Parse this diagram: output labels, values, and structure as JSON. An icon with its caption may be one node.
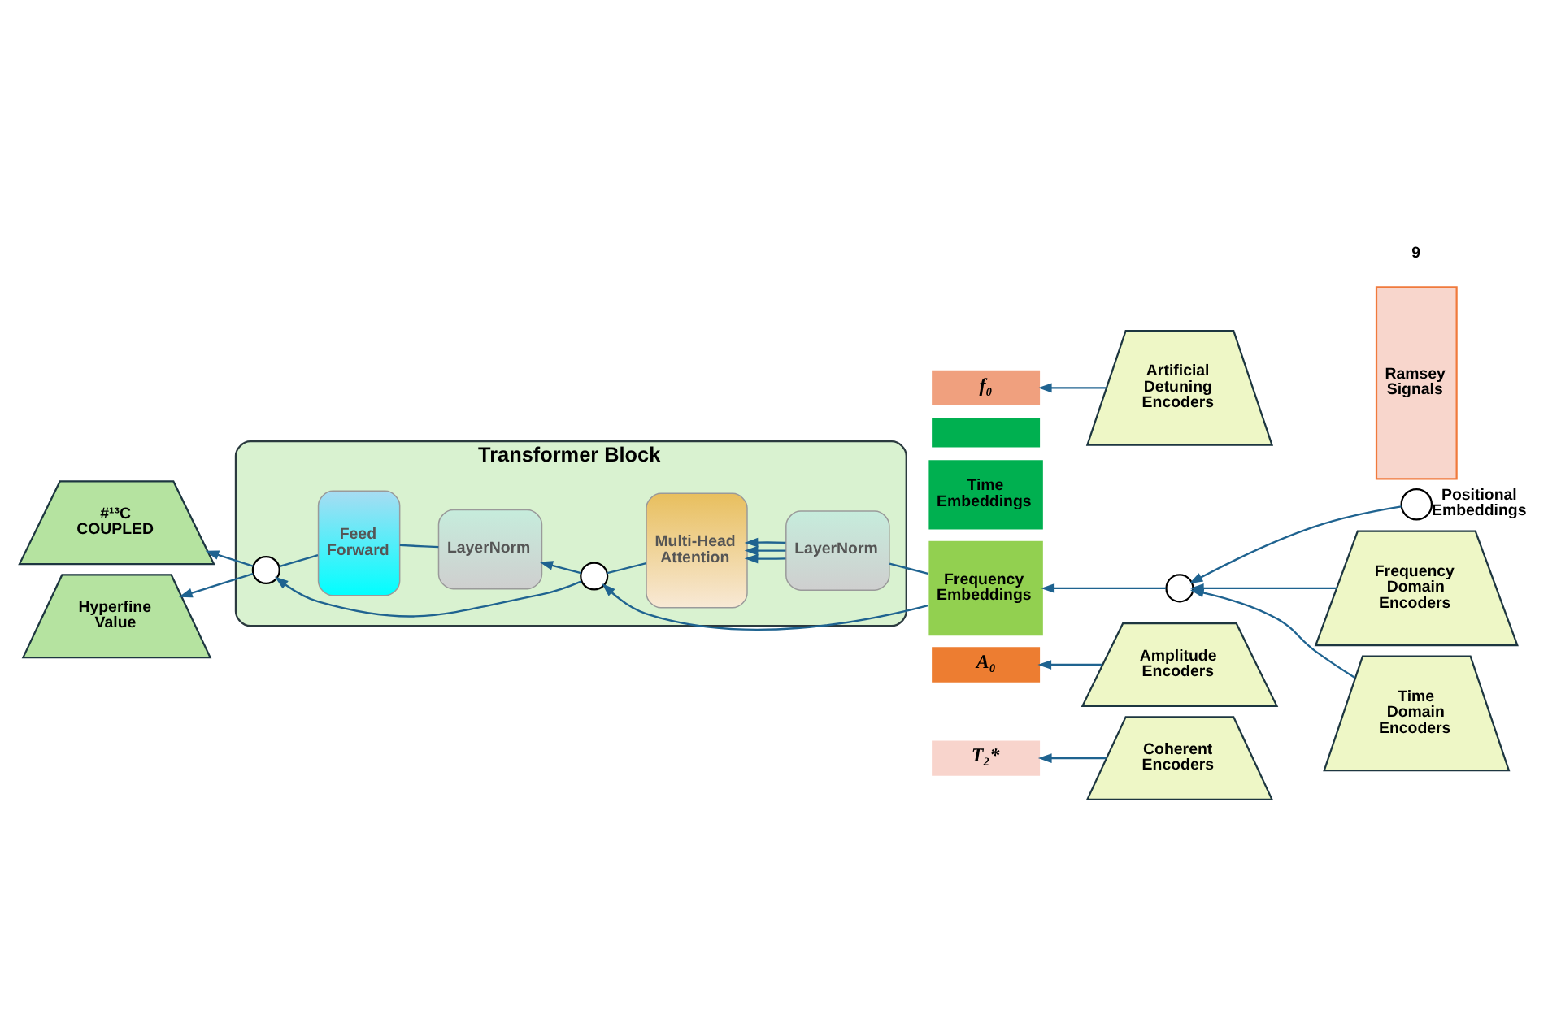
{
  "diagram": {
    "nodes": [
      {
        "text": [
          "#¹³C COUPLED"
        ]
      },
      {
        "text": [
          "Hyperfine Value"
        ]
      },
      {
        "text": [
          "Transformer Block"
        ]
      },
      {
        "text": [],
        "shape": "circle",
        "in": 2
      },
      {
        "text": [
          "Feed Forward"
        ],
        "in": 2
      },
      {
        "text": [
          "LayerNorm"
        ],
        "in": 2
      },
      {
        "text": [],
        "shape": "circle",
        "in": 2
      },
      {
        "text": [
          "Multi-Head Attention"
        ],
        "in": 2
      },
      {
        "text": [
          "LayerNorm"
        ],
        "in": 2
      },
      {
        "text": [
          "Artificial Detuning Encoders"
        ]
      },
      {
        "text": [
          "f₀"
        ]
      },
      {
        "text": [],
        "shape": "box"
      },
      {
        "text": [
          "Time Embeddings"
        ]
      },
      {
        "text": [
          "Frequency Embeddings"
        ]
      },
      {
        "text": [
          "A₀"
        ]
      },
      {
        "text": [
          "T₂*"
        ]
      },
      {
        "text": [],
        "shape": "circle",
        "beside": [
          "Positional Embeddings"
        ]
      },
      {
        "text": [],
        "shape": "circle"
      },
      {
        "text": [
          "Frequency Domain Encoders"
        ]
      },
      {
        "text": [
          "Time Domain Encoders"
        ]
      },
      {
        "text": [
          "Ramsey Signals"
        ]
      },
      {
        "text": [
          "Coherent Encoders"
        ]
      },
      {
        "text": [
          "Amplitude Encoders"
        ]
      }
    ],
    "edges": [
      {
        "from": 13,
        "to": 8,
        "arrow": "none"
      },
      {
        "from": 13,
        "to": 6,
        "arrow": "to"
      },
      {
        "from": 8,
        "to": 7,
        "arrow": "to"
      },
      {
        "from": 8,
        "to": 7,
        "arrow": "to"
      },
      {
        "from": 8,
        "to": 7,
        "arrow": "to"
      },
      {
        "from": 7,
        "to": 6,
        "arrow": "none"
      },
      {
        "from": 6,
        "to": 5,
        "arrow": "to"
      },
      {
        "from": 6,
        "to": 3,
        "arrow": "to"
      },
      {
        "from": 5,
        "to": 4,
        "arrow": "none"
      },
      {
        "from": 4,
        "to": 3,
        "arrow": "none"
      },
      {
        "from": 3,
        "to": 0,
        "arrow": "to"
      },
      {
        "from": 3,
        "to": 1,
        "arrow": "to"
      },
      {
        "from": 9,
        "to": 10,
        "arrow": "to"
      },
      {
        "from": 16,
        "to": 17,
        "arrow": "to"
      },
      {
        "from": 18,
        "to": 17,
        "arrow": "to"
      },
      {
        "from": 19,
        "to": 17,
        "arrow": "to"
      },
      {
        "from": 17,
        "to": 13,
        "arrow": "to"
      },
      {
        "from": 21,
        "to": 15,
        "arrow": "to"
      },
      {
        "from": 22,
        "to": 14,
        "arrow": "to"
      }
    ],
    "labels": [
      "9"
    ]
  }
}
